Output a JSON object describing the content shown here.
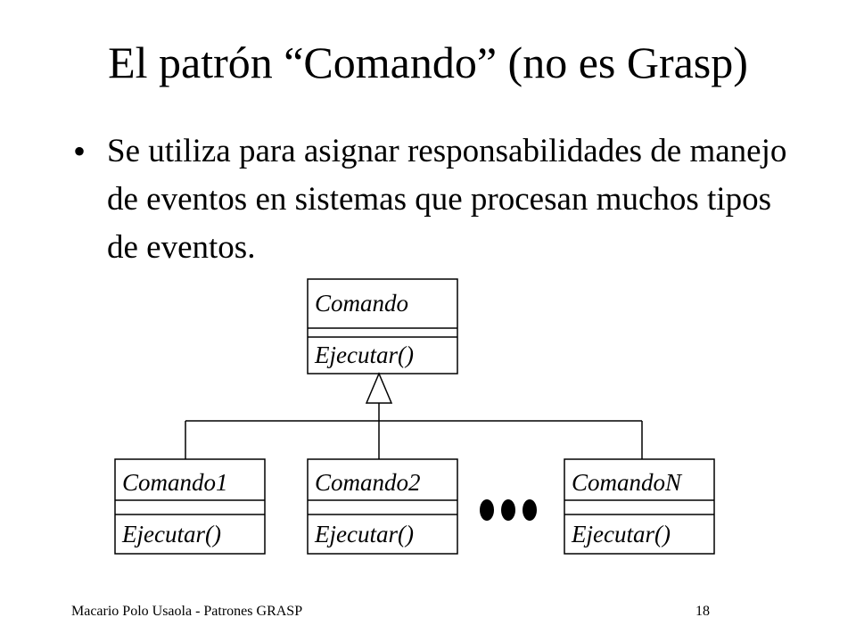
{
  "slide": {
    "title": "El patrón “Comando” (no es Grasp)",
    "bullet_symbol": "•",
    "bullet_text": "Se utiliza para asignar responsabilidades de manejo de eventos en sistemas que procesan muchos tipos de eventos."
  },
  "diagram": {
    "parent": {
      "name": "Comando",
      "operation": "Ejecutar()"
    },
    "children": [
      {
        "name": "Comando1",
        "operation": "Ejecutar()"
      },
      {
        "name": "Comando2",
        "operation": "Ejecutar()"
      },
      {
        "name": "ComandoN",
        "operation": "Ejecutar()"
      }
    ],
    "relationship": "generalization",
    "ellipsis_icon": "ellipsis-icon"
  },
  "footer": {
    "author": "Macario Polo Usaola - Patrones GRASP",
    "page_number": "18"
  }
}
